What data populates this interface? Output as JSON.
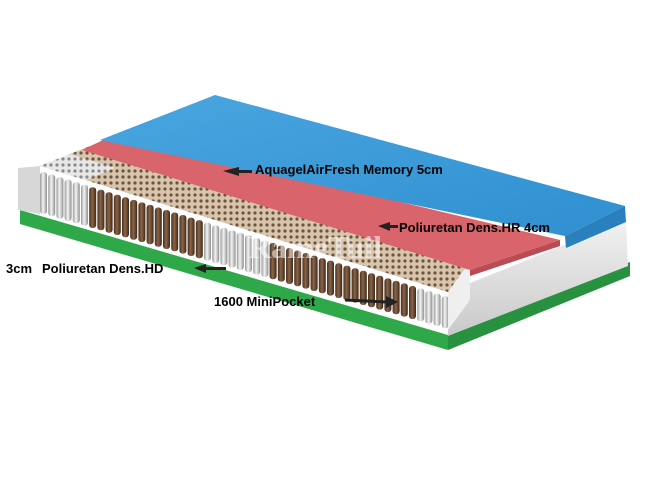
{
  "labels": {
    "memory": "AquagelAirFresh Memory 5cm",
    "hr": "Poliuretan Dens.HR 4cm",
    "hd_thickness": "3cm",
    "hd": "Poliuretan Dens.HD",
    "pocket": "1600 MiniPocket"
  },
  "watermark": "RameTuil",
  "colors": {
    "memory_foam": "#3e9bd8",
    "hr_foam": "#d9646b",
    "base": "#2fa84a",
    "side_panel": "#e2e2e2",
    "spring_dark": "#6b4a32",
    "spring_light": "#d6d6d6"
  },
  "icons": {
    "pointer": "arrow-icon"
  }
}
